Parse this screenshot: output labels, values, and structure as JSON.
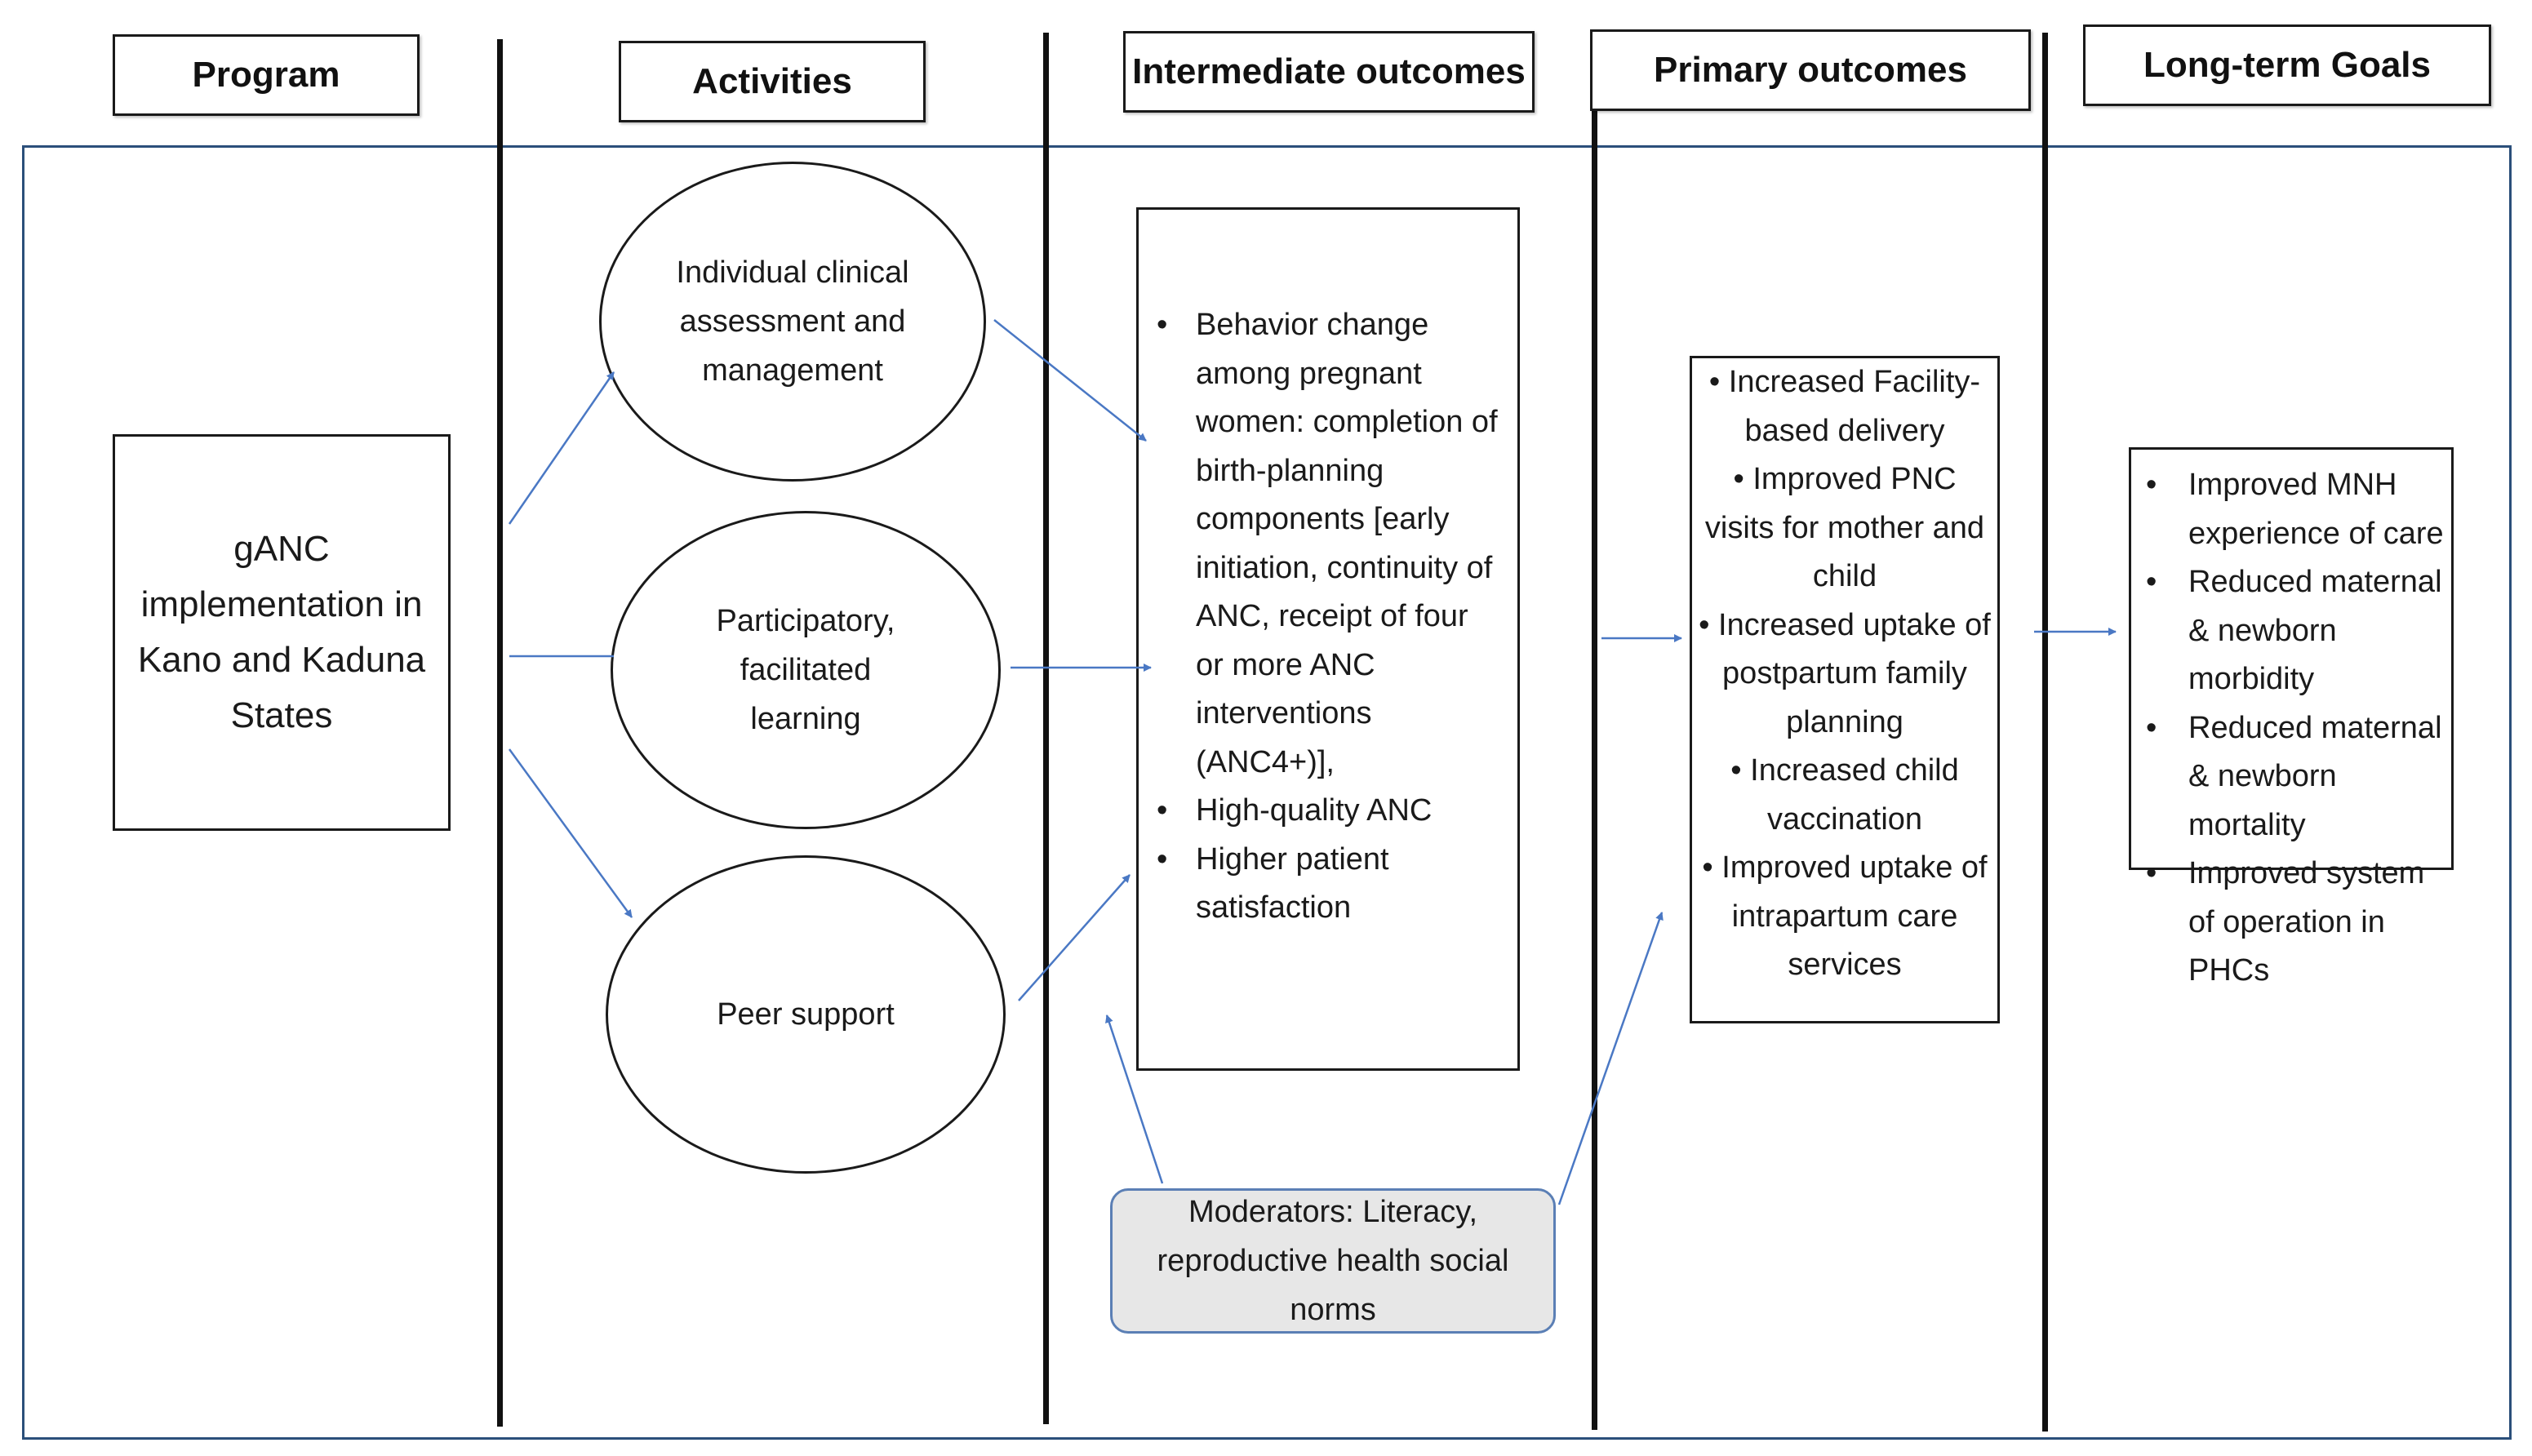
{
  "headers": {
    "program": "Program",
    "activities": "Activities",
    "intermediate": "Intermediate outcomes",
    "primary": "Primary outcomes",
    "goals": "Long-term Goals"
  },
  "program": {
    "lines": [
      "gANC",
      "implementation in",
      "Kano and Kaduna",
      "States"
    ]
  },
  "activities": [
    {
      "lines": [
        "Individual clinical",
        "assessment and",
        "management"
      ]
    },
    {
      "lines": [
        "Participatory,",
        "facilitated",
        "learning"
      ]
    },
    {
      "lines": [
        "Peer support"
      ]
    }
  ],
  "intermediate_outcomes": [
    "Behavior change among pregnant women: completion of birth-planning components [early initiation, continuity of ANC, receipt of four or more ANC interventions (ANC4+)],",
    "High-quality ANC",
    "Higher patient satisfaction"
  ],
  "primary_outcomes": [
    "Increased Facility-based delivery",
    "Improved PNC visits for mother and child",
    "Increased uptake of postpartum family planning",
    "Increased  child vaccination",
    "Improved uptake of intrapartum care services"
  ],
  "long_term_goals": [
    "Improved MNH experience of care",
    "Reduced maternal & newborn morbidity",
    "Reduced maternal & newborn mortality",
    "Improved system of operation in PHCs"
  ],
  "moderators": "Moderators: Literacy, reproductive health social norms",
  "bullet": "•",
  "colors": {
    "arrow": "#4a78c4",
    "frame": "#2b4f7a",
    "moderator_fill": "#e7e7e7",
    "moderator_border": "#5b7fb5"
  }
}
